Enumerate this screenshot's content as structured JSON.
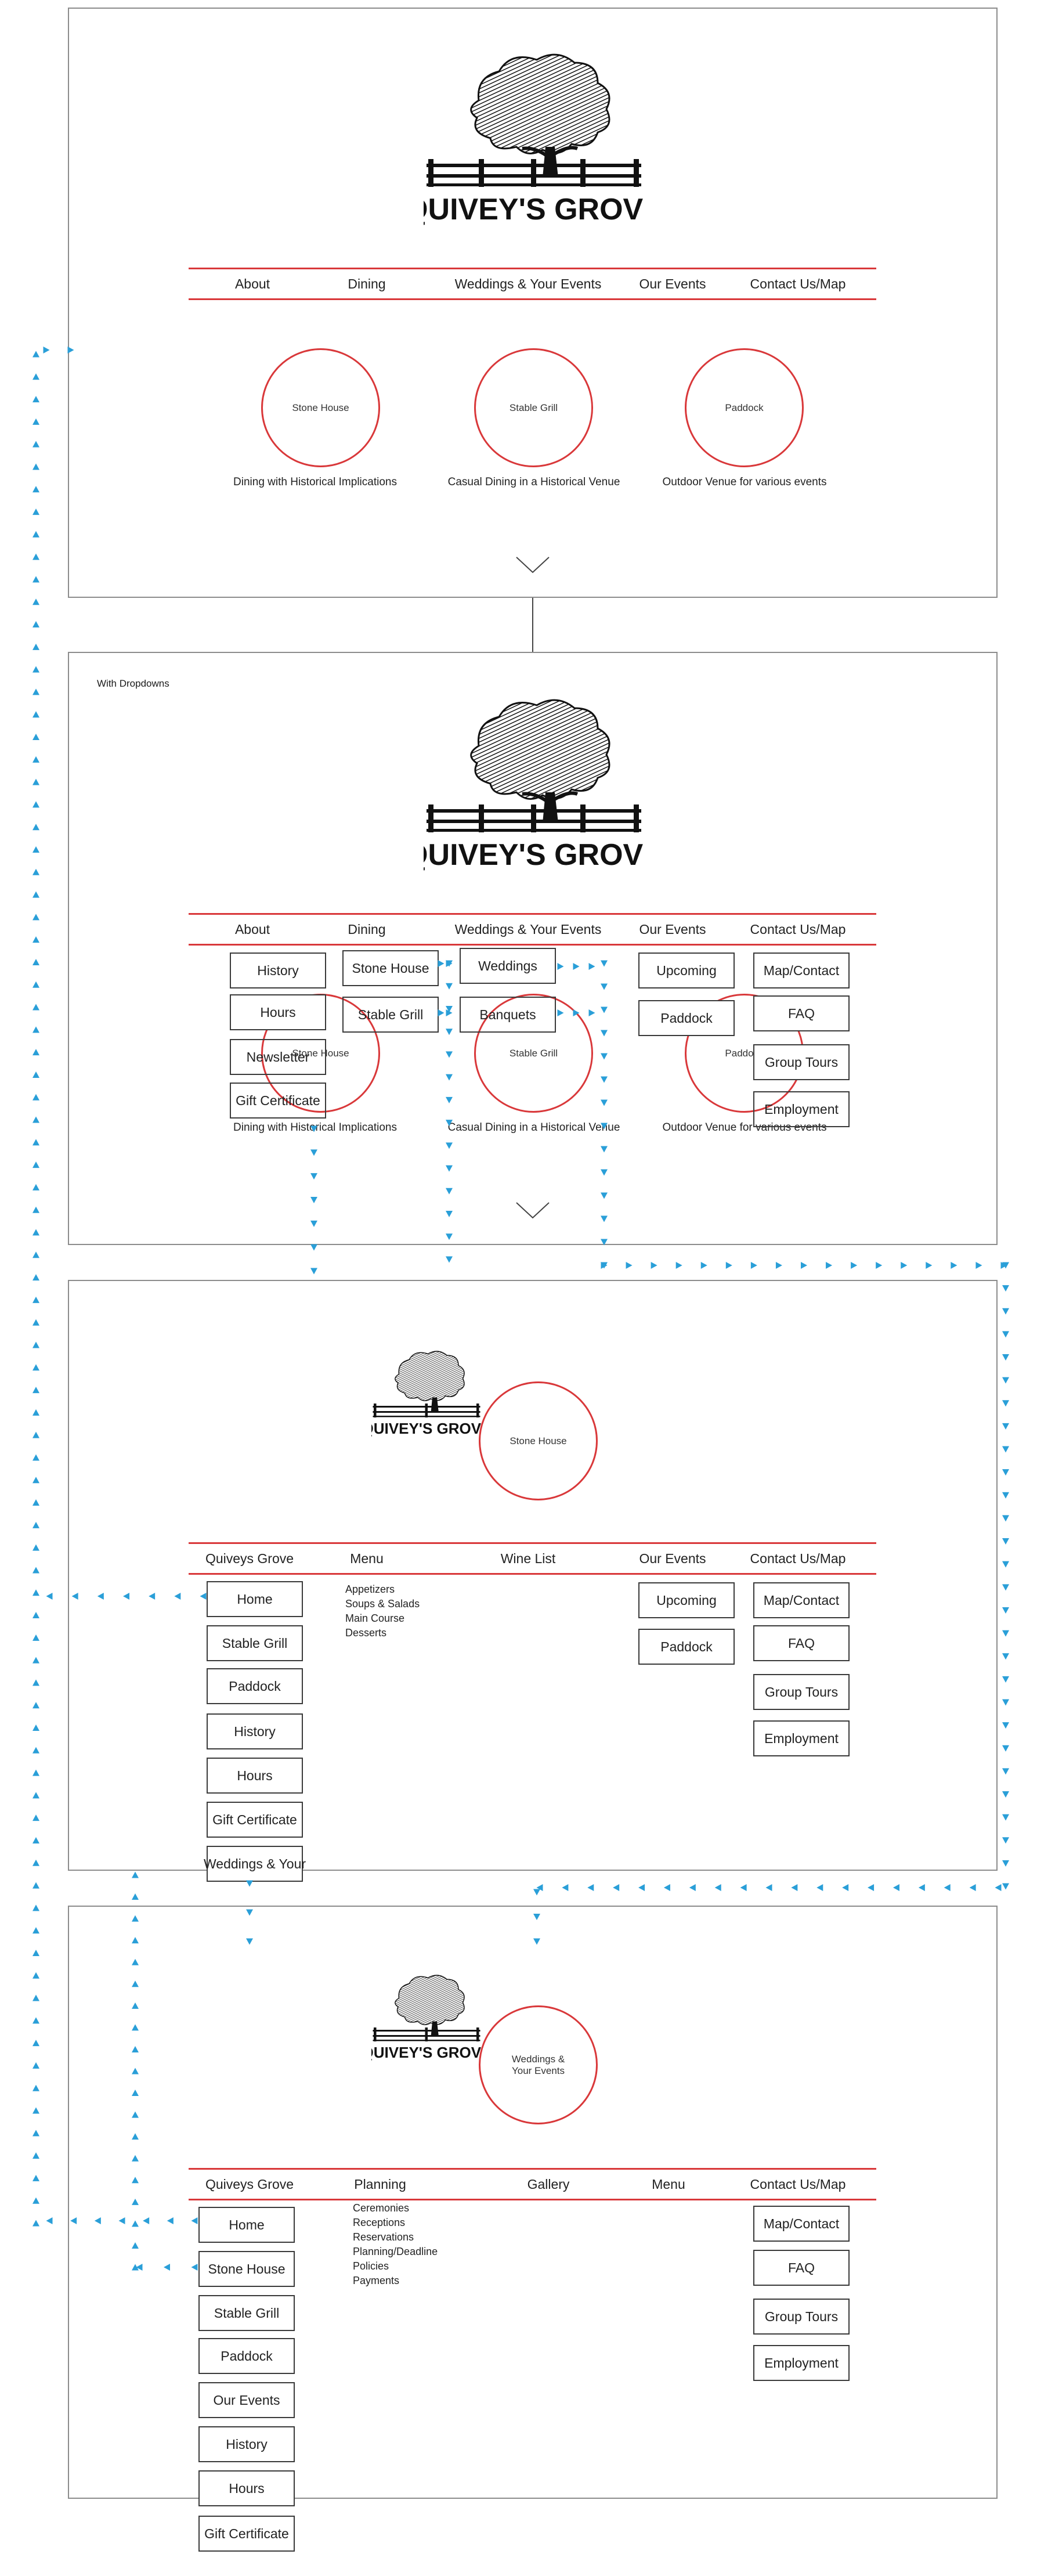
{
  "logo": {
    "text": "QUIVEY'S GROVE"
  },
  "frame1": {
    "nav": [
      "About",
      "Dining",
      "Weddings & Your Events",
      "Our Events",
      "Contact Us/Map"
    ],
    "circles": [
      "Stone House",
      "Stable Grill",
      "Paddock"
    ],
    "captions": [
      "Dining with Historical Implications",
      "Casual Dining in a Historical Venue",
      "Outdoor Venue for various events"
    ]
  },
  "frame2": {
    "label": "With Dropdowns",
    "nav": [
      "About",
      "Dining",
      "Weddings & Your Events",
      "Our Events",
      "Contact Us/Map"
    ],
    "circles": [
      "Stone House",
      "Stable Grill",
      "Paddock"
    ],
    "captions": [
      "Dining with Historical Implications",
      "Casual Dining in a Historical Venue",
      "Outdoor Venue for various events"
    ],
    "about_menu": [
      "History",
      "Hours",
      "Newsletter",
      "Gift Certificate"
    ],
    "dining_menu": [
      "Stone House",
      "Stable Grill"
    ],
    "weddings_menu": [
      "Weddings",
      "Banquets"
    ],
    "events_menu": [
      "Upcoming",
      "Paddock"
    ],
    "contact_menu": [
      "Map/Contact",
      "FAQ",
      "Group Tours",
      "Employment"
    ]
  },
  "frame3": {
    "circle": "Stone House",
    "nav": [
      "Quiveys Grove",
      "Menu",
      "Wine List",
      "Our Events",
      "Contact Us/Map"
    ],
    "side_menu": [
      "Home",
      "Stable Grill",
      "Paddock",
      "History",
      "Hours",
      "Gift Certificate",
      "Weddings & Your"
    ],
    "menu_list": [
      "Appetizers",
      "Soups & Salads",
      "Main Course",
      "Desserts"
    ],
    "events_menu": [
      "Upcoming",
      "Paddock"
    ],
    "contact_menu": [
      "Map/Contact",
      "FAQ",
      "Group Tours",
      "Employment"
    ]
  },
  "frame4": {
    "circle": "Weddings & Your Events",
    "nav": [
      "Quiveys Grove",
      "Planning",
      "Gallery",
      "Menu",
      "Contact Us/Map"
    ],
    "side_menu": [
      "Home",
      "Stone House",
      "Stable Grill",
      "Paddock",
      "Our Events",
      "History",
      "Hours",
      "Gift Certificate"
    ],
    "planning_list": [
      "Ceremonies",
      "Receptions",
      "Reservations",
      "Planning/Deadline",
      "Policies",
      "Payments"
    ],
    "contact_menu": [
      "Map/Contact",
      "FAQ",
      "Group Tours",
      "Employment"
    ]
  },
  "colors": {
    "accent": "#d9383a",
    "flow_arrow": "#2a9fd8",
    "frame_border": "#8c8c8c"
  }
}
